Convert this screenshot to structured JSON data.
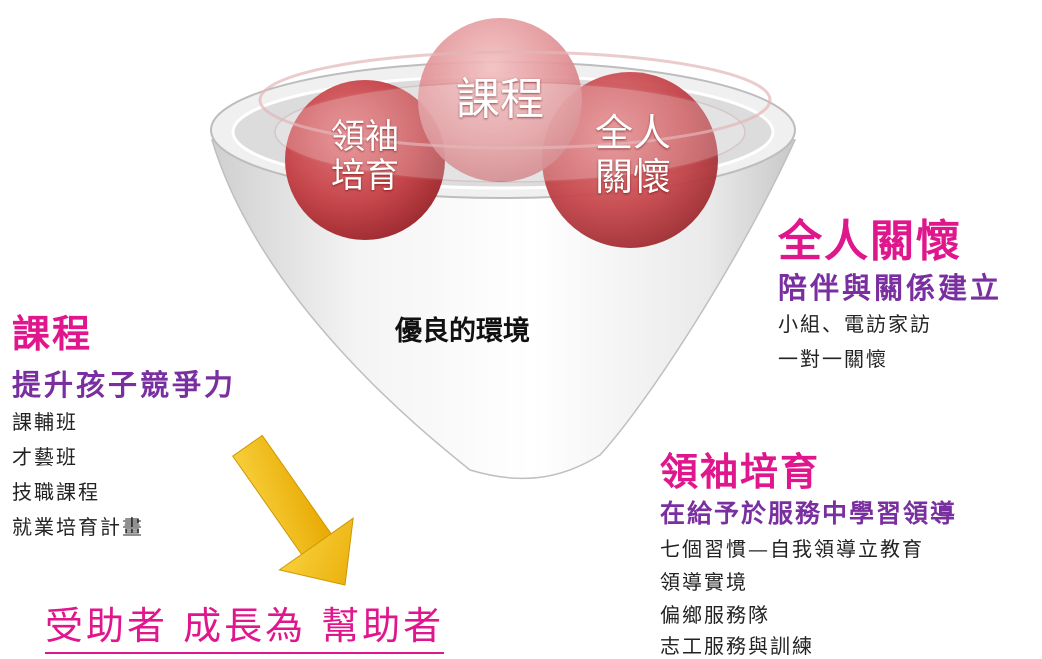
{
  "funnel": {
    "circles": [
      {
        "line1": "領袖",
        "line2": "培育"
      },
      {
        "line1": "課程",
        "line2": ""
      },
      {
        "line1": "全人",
        "line2": "關懷"
      }
    ],
    "center_label": "優良的環境"
  },
  "sections": {
    "whole_person": {
      "title": "全人關懷",
      "subtitle": "陪伴與關係建立",
      "items": [
        "小組、電訪家訪",
        "一對一關懷"
      ]
    },
    "curriculum": {
      "title": "課程",
      "subtitle": "提升孩子競爭力",
      "items": [
        "課輔班",
        "才藝班",
        "技職課程",
        "就業培育計畫"
      ]
    },
    "leadership": {
      "title": "領袖培育",
      "subtitle": "在給予於服務中學習領導",
      "items": [
        "七個習慣—自我領導立教育",
        "領導實境",
        "偏鄉服務隊",
        "志工服務與訓練"
      ]
    }
  },
  "outcome": "受助者 成長為 幫助者",
  "colors": {
    "title_magenta": "#e0168c",
    "subtitle_purple": "#7a2fa0",
    "circle_red": "#b8353a",
    "arrow_gold": "#f2b800"
  }
}
